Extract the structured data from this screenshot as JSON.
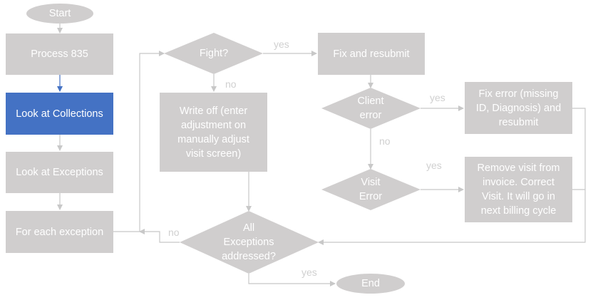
{
  "colors": {
    "node_fill": "#d0cece",
    "highlight_fill": "#4472c4",
    "connector": "#c8c8c8",
    "highlight_connector": "#4472c4",
    "node_text": "#ffffff",
    "edge_label_text": "#d0d0d0"
  },
  "nodes": {
    "start": "Start",
    "process_835": "Process 835",
    "look_at_collections": "Look at Collections",
    "look_at_exceptions": "Look at Exceptions",
    "for_each_exception": "For each exception",
    "fight": "Fight?",
    "write_off": "Write off (enter\nadjustment on\nmanually adjust\nvisit screen)",
    "fix_and_resubmit": "Fix and resubmit",
    "client_error": "Client\nerror",
    "fix_error": "Fix error (missing\nID, Diagnosis) and\nresubmit",
    "visit_error": "Visit\nError",
    "remove_visit": "Remove visit from\ninvoice. Correct\nVisit. It will go in\nnext billing cycle",
    "all_exceptions": "All\nExceptions\naddressed?",
    "end": "End"
  },
  "edge_labels": {
    "fight_yes": "yes",
    "fight_no": "no",
    "client_yes": "yes",
    "client_no": "no",
    "visit_yes": "yes",
    "all_no": "no",
    "all_yes": "yes"
  }
}
